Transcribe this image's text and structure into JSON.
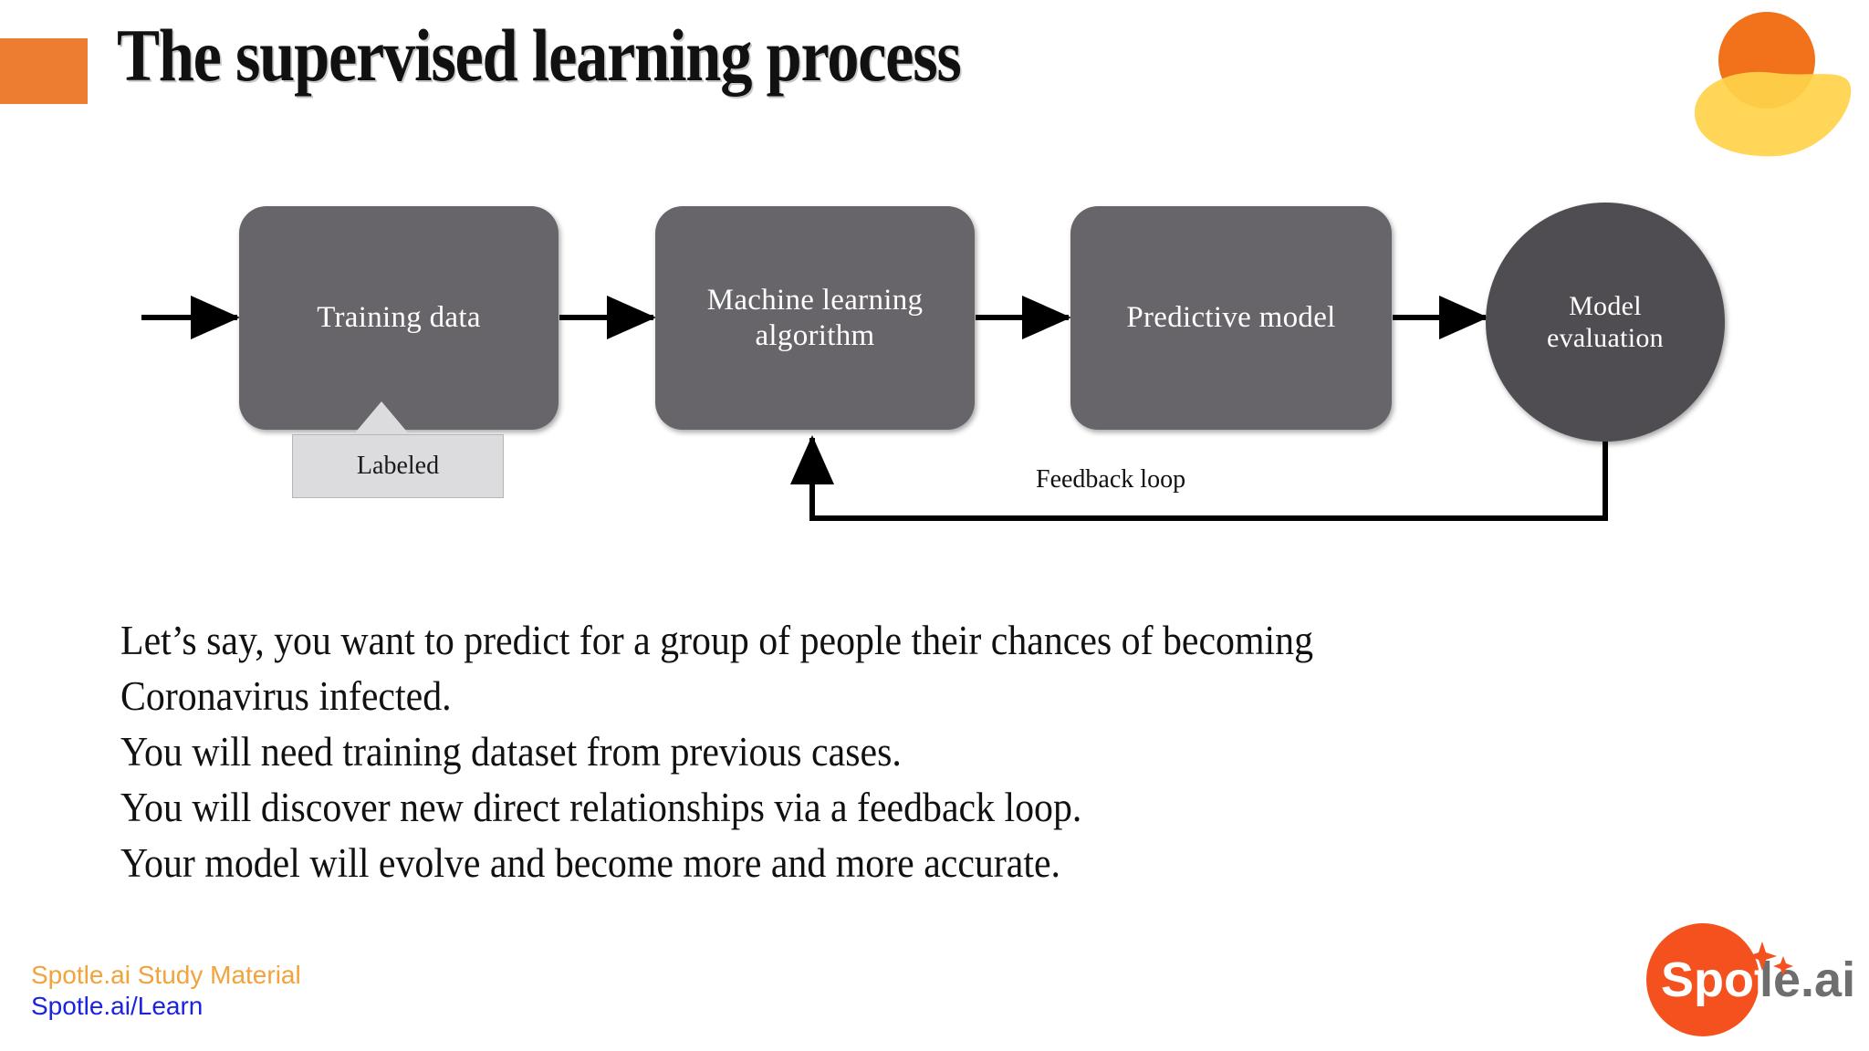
{
  "slide": {
    "title": "The supervised learning process",
    "accent_color": "#ED7D31",
    "node_color": "#676569",
    "circle_color": "#4f4d51",
    "callout_color": "#DCDCDE"
  },
  "diagram": {
    "type": "flowchart",
    "nodes": [
      {
        "id": "training",
        "label": "Training data",
        "shape": "rounded-rect"
      },
      {
        "id": "algorithm",
        "label": "Machine learning algorithm",
        "label_line1": "Machine learning",
        "label_line2": "algorithm",
        "shape": "rounded-rect"
      },
      {
        "id": "predictive",
        "label": "Predictive model",
        "shape": "rounded-rect"
      },
      {
        "id": "evaluation",
        "label": "Model evaluation",
        "label_line1": "Model",
        "label_line2": "evaluation",
        "shape": "circle"
      }
    ],
    "callout": {
      "label": "Labeled",
      "attached_to": "training"
    },
    "feedback": {
      "label": "Feedback loop",
      "from": "evaluation",
      "to": "algorithm"
    }
  },
  "body": {
    "lines": [
      "Let’s say, you want to predict for a group of people their chances of becoming",
      "Coronavirus infected.",
      "You will need training dataset from previous cases.",
      "You will discover new direct relationships via a feedback loop.",
      "Your model will evolve and become more and more accurate."
    ]
  },
  "footer": {
    "study_material": "Spotle.ai Study Material",
    "learn_link": "Spotle.ai/Learn",
    "study_color": "#F2A33C",
    "link_color": "#1A24E0"
  },
  "logo": {
    "word_primary": "Spot",
    "word_secondary": "le.ai",
    "circle_color": "#F4511E",
    "text_secondary_color": "#6E6E6E"
  }
}
